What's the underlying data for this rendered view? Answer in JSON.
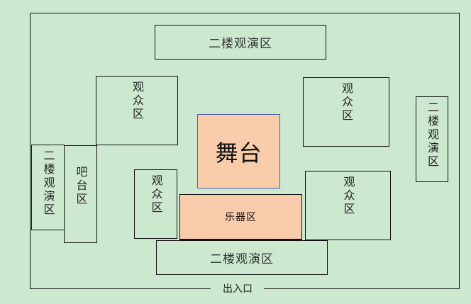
{
  "zones": {
    "balcony_top": "二楼观演区",
    "balcony_bottom": "二楼观演区",
    "balcony_left": "二楼观演区",
    "balcony_right": "二楼观演区",
    "audience_top_left": "观众区",
    "audience_top_right": "观众区",
    "audience_mid_left": "观众区",
    "audience_mid_right": "观众区",
    "bar": "吧台区",
    "stage": "舞台",
    "instruments": "乐器区",
    "entrance": "出入口"
  },
  "colors": {
    "background": "#cce8cf",
    "stage": "#f8cbab"
  }
}
